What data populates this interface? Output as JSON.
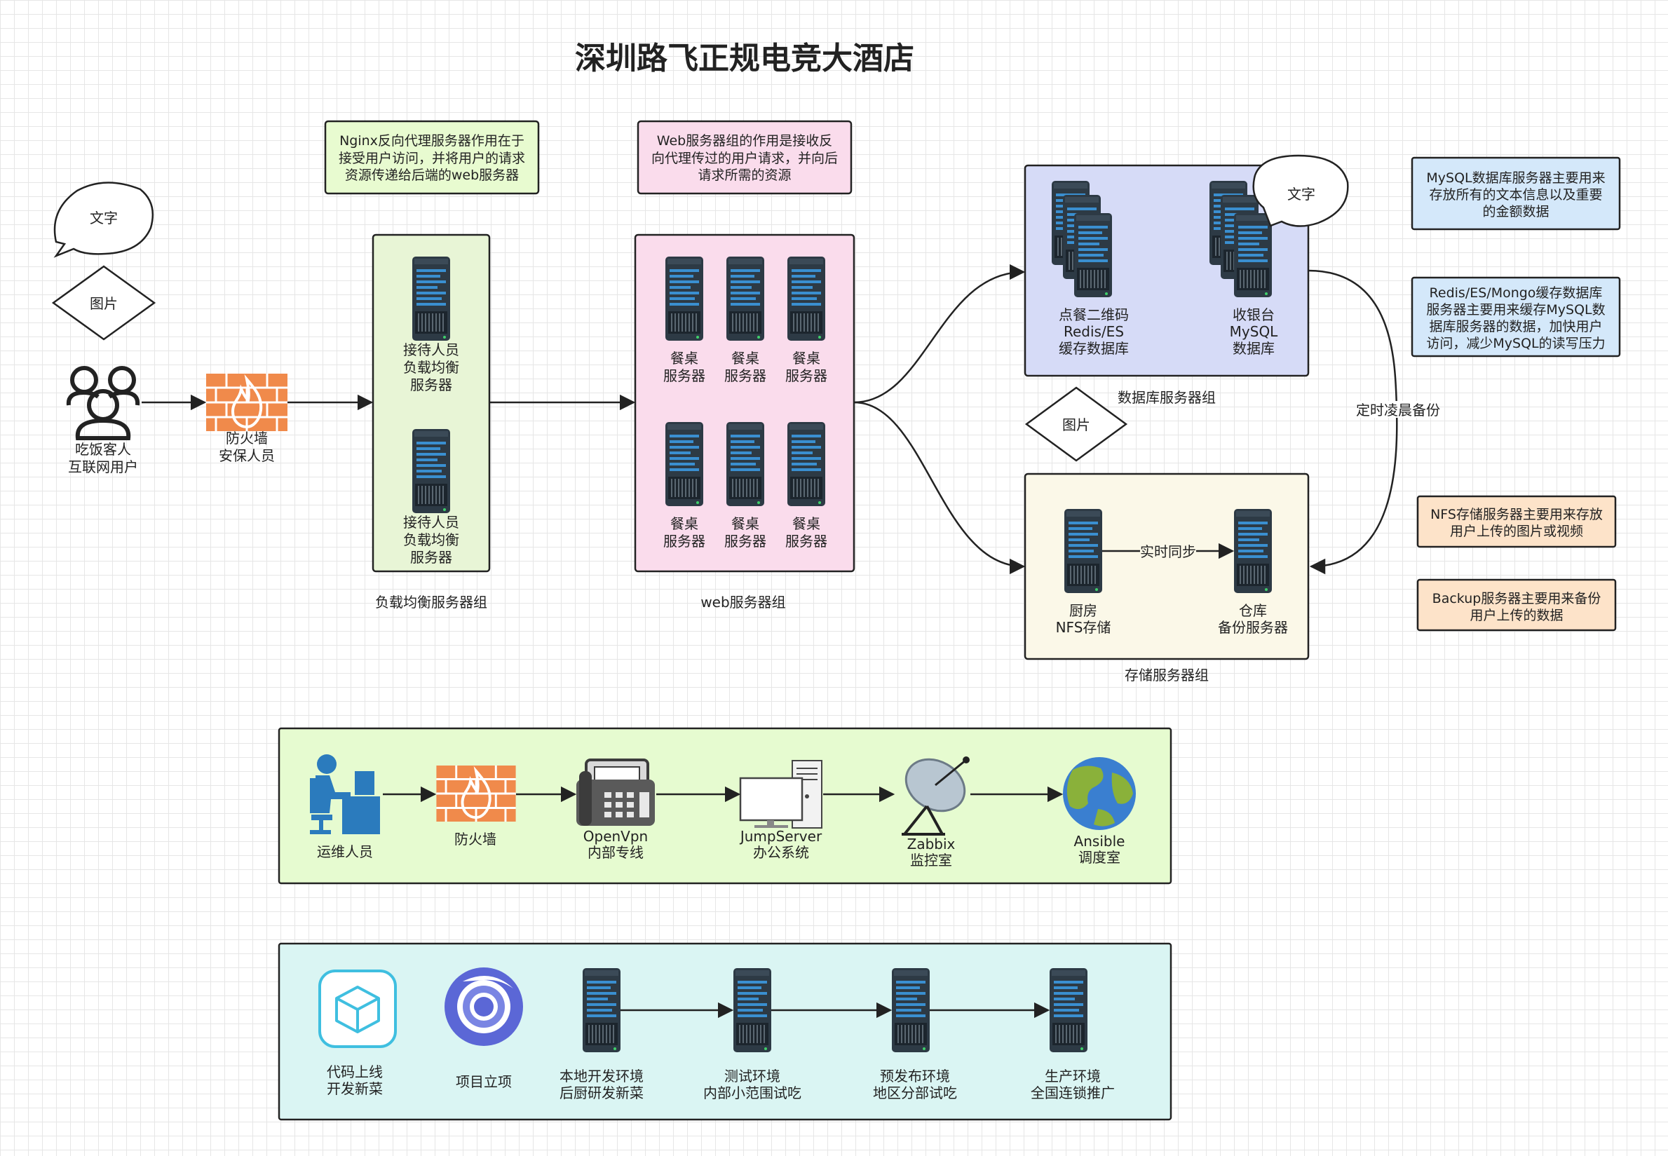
{
  "title": "深圳路飞正规电竞大酒店",
  "legend": {
    "bubble_text": "文字",
    "diamond_text": "图片"
  },
  "users": {
    "line1": "吃饭客人",
    "line2": "互联网用户"
  },
  "firewall": {
    "line1": "防火墙",
    "line2": "安保人员"
  },
  "lb_group": {
    "caption": "负载均衡服务器组",
    "servers": [
      {
        "l1": "接待人员",
        "l2": "负载均衡",
        "l3": "服务器"
      },
      {
        "l1": "接待人员",
        "l2": "负载均衡",
        "l3": "服务器"
      }
    ]
  },
  "web_group": {
    "caption": "web服务器组",
    "servers": [
      {
        "l1": "餐桌",
        "l2": "服务器"
      },
      {
        "l1": "餐桌",
        "l2": "服务器"
      },
      {
        "l1": "餐桌",
        "l2": "服务器"
      },
      {
        "l1": "餐桌",
        "l2": "服务器"
      },
      {
        "l1": "餐桌",
        "l2": "服务器"
      },
      {
        "l1": "餐桌",
        "l2": "服务器"
      }
    ]
  },
  "db_group": {
    "caption": "数据库服务器组",
    "redis": {
      "l1": "点餐二维码",
      "l2": "Redis/ES",
      "l3": "缓存数据库"
    },
    "mysql": {
      "l1": "收银台",
      "l2": "MySQL",
      "l3": "数据库"
    },
    "bubble": "文字",
    "diamond": "图片"
  },
  "storage_group": {
    "caption": "存储服务器组",
    "nfs": {
      "l1": "厨房",
      "l2": "NFS存储"
    },
    "backup": {
      "l1": "仓库",
      "l2": "备份服务器"
    },
    "sync_label": "实时同步"
  },
  "backup_edge_label": "定时凌晨备份",
  "notes": {
    "nginx": [
      "Nginx反向代理服务器作用在于",
      "接受用户访问，并将用户的请求",
      "资源传递给后端的web服务器"
    ],
    "web": [
      "Web服务器组的作用是接收反",
      "向代理传过的用户请求，并向后",
      "请求所需的资源"
    ],
    "mysql": [
      "MySQL数据库服务器主要用来",
      "存放所有的文本信息以及重要",
      "的金额数据"
    ],
    "redis": [
      "Redis/ES/Mongo缓存数据库",
      "服务器主要用来缓存MySQL数",
      "据库服务器的数据，加快用户",
      "访问，减少MySQL的读写压力"
    ],
    "nfs": [
      "NFS存储服务器主要用来存放",
      "用户上传的图片或视频"
    ],
    "backup": [
      "Backup服务器主要用来备份",
      "用户上传的数据"
    ]
  },
  "ops_flow": [
    {
      "l1": "运维人员",
      "l2": ""
    },
    {
      "l1": "防火墙",
      "l2": ""
    },
    {
      "l1": "OpenVpn",
      "l2": "内部专线"
    },
    {
      "l1": "JumpServer",
      "l2": "办公系统"
    },
    {
      "l1": "Zabbix",
      "l2": "监控室"
    },
    {
      "l1": "Ansible",
      "l2": "调度室"
    }
  ],
  "dev_flow": [
    {
      "l1": "代码上线",
      "l2": "开发新菜"
    },
    {
      "l1": "项目立项",
      "l2": ""
    },
    {
      "l1": "本地开发环境",
      "l2": "后厨研发新菜"
    },
    {
      "l1": "测试环境",
      "l2": "内部小范围试吃"
    },
    {
      "l1": "预发布环境",
      "l2": "地区分部试吃"
    },
    {
      "l1": "生产环境",
      "l2": "全国连锁推广"
    }
  ],
  "colors": {
    "green_fill": "#e8f5d6",
    "pink_fill": "#fadcec",
    "lavender_fill": "#d6dbf7",
    "cream_fill": "#fbf8e8",
    "ops_fill": "#e6fbd0",
    "dev_fill": "#daf5f3",
    "blue_note": "#d4e8fa",
    "orange_note": "#fde3c9",
    "server_dark": "#2d3a45",
    "server_accent": "#3a8fd0",
    "firewall": "#f08a4b"
  }
}
